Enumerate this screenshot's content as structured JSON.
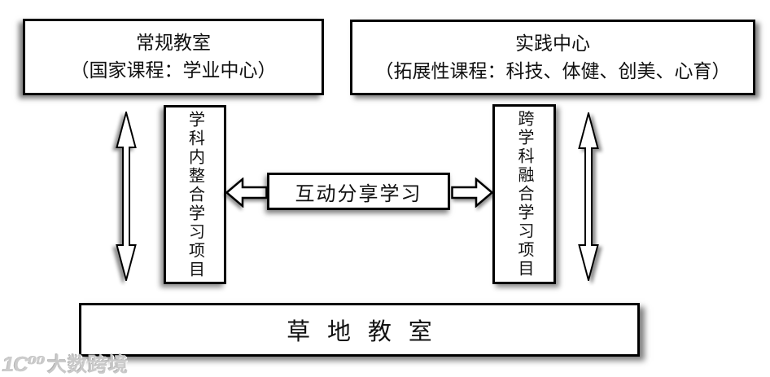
{
  "diagram": {
    "top_left_box": {
      "line1": "常规教室",
      "line2": "（国家课程：学业中心）"
    },
    "top_right_box": {
      "line1": "实践中心",
      "line2": "（拓展性课程：科技、体健、创美、心育）"
    },
    "left_vertical_box": {
      "label": "学科内整合学习项目"
    },
    "right_vertical_box": {
      "label": "跨学科融合学习项目"
    },
    "center_box": {
      "label": "互动分享学习"
    },
    "bottom_box": {
      "label": "草地教室"
    }
  },
  "watermark": {
    "logo": "1C⁰⁰",
    "text": "大数跨境"
  },
  "colors": {
    "border": "#000000",
    "text": "#111111",
    "box_fill": "#ffffff",
    "background": "#ffffff",
    "watermark_gray": "#c9c9c9"
  }
}
